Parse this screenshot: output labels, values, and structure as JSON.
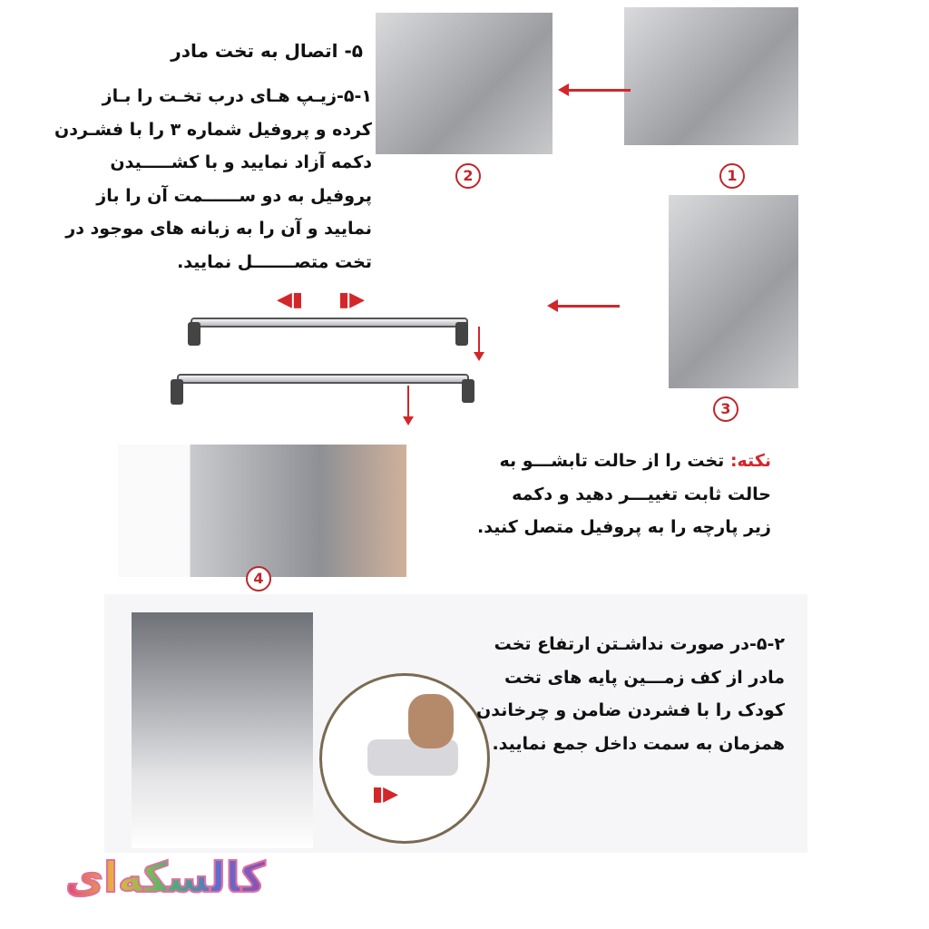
{
  "section": {
    "title": "۵- اتصال به تخت مادر",
    "step_1_lines": [
      "۵-۱-زیـپ هـای درب تخـت را بـاز",
      "کرده و پروفیل شماره ۳ را با فشـردن",
      "دکمه آزاد نمایید و با کشـــــیدن",
      "پروفیل به دو ســــــمت آن را باز",
      "نمایید و آن را به زبانه های موجود در",
      "تخت متصـــــــل نمایید."
    ],
    "note": {
      "label": "نکته:",
      "lines": [
        "تخت را از حالت تابشـــو به",
        "حالت ثابت تغییـــر دهید و دکمه",
        "زیر پارچه را به پروفیل متصل کنید."
      ]
    },
    "step_2_lines": [
      "۵-۲-در صورت نداشـتن ارتفاع تخت",
      "مادر از کف زمـــین پایه های تخت",
      "کودک را با فشردن ضامن و چرخاندن",
      "همزمان به سمت داخل جمع نمایید."
    ]
  },
  "figures": [
    {
      "number": "1"
    },
    {
      "number": "2"
    },
    {
      "number": "3"
    },
    {
      "number": "4"
    }
  ],
  "logo": {
    "text": "کالسکه‌ای"
  },
  "colors": {
    "accent": "#d3262a",
    "text": "#111111"
  }
}
